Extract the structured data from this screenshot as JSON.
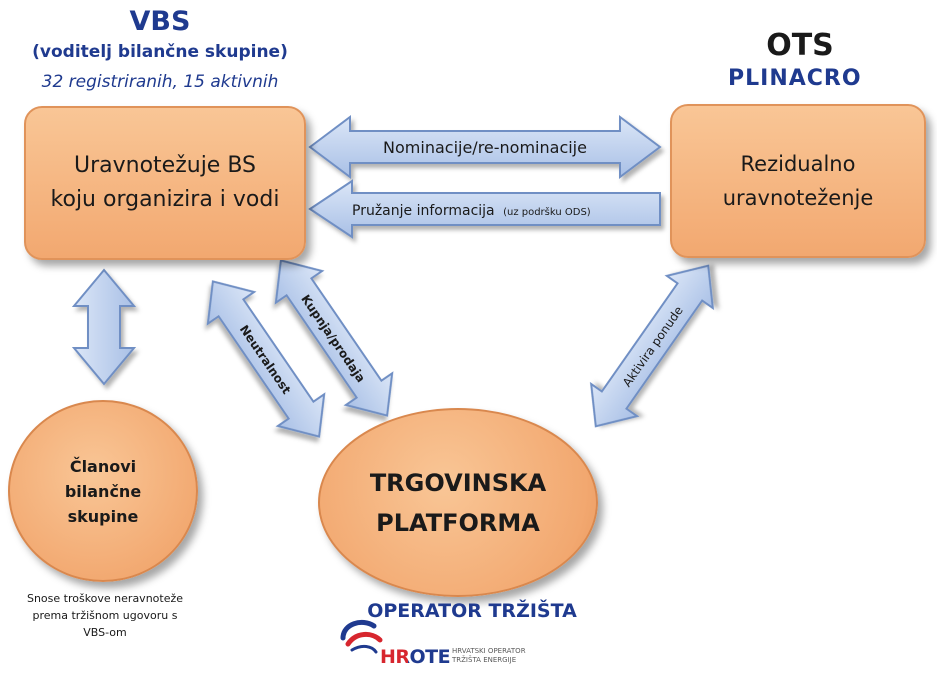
{
  "vbs": {
    "title": "VBS",
    "subtitle": "(voditelj bilančne skupine)",
    "count": "32 registriranih, 15 aktivnih",
    "box_line1": "Uravnotežuje BS",
    "box_line2": "koju organizira i vodi"
  },
  "ots": {
    "title": "OTS",
    "logo_text": "PLINACRO",
    "box_line1": "Rezidualno",
    "box_line2": "uravnoteženje"
  },
  "arrows": {
    "nominacije": "Nominacije/re-nominacije",
    "pruzanje": "Pružanje informacija",
    "pruzanje_note": "(uz podršku ODS)",
    "neutralnost": "Neutralnost",
    "kupnja": "Kupnja/prodaja",
    "aktivira": "Aktivira ponude"
  },
  "members": {
    "line1": "Članovi",
    "line2": "bilančne",
    "line3": "skupine",
    "note_line1": "Snose troškove neravnoteže",
    "note_line2": "prema tržišnom ugovoru s",
    "note_line3": "VBS-om"
  },
  "platform": {
    "line1": "TRGOVINSKA",
    "line2": "PLATFORMA",
    "operator": "OPERATOR TRŽIŠTA",
    "hrote_word": "HROTE",
    "hrote_small1": "HRVATSKI OPERATOR",
    "hrote_small2": "TRŽIŠTA ENERGIJE"
  },
  "colors": {
    "box_fill": "#f5b27e",
    "arrow_fill": "#bcd0ee",
    "arrow_stroke": "#6f8fc4",
    "title_blue": "#1f3a8f",
    "hrote_red": "#d7262e",
    "hrote_blue": "#1f3a8f"
  }
}
